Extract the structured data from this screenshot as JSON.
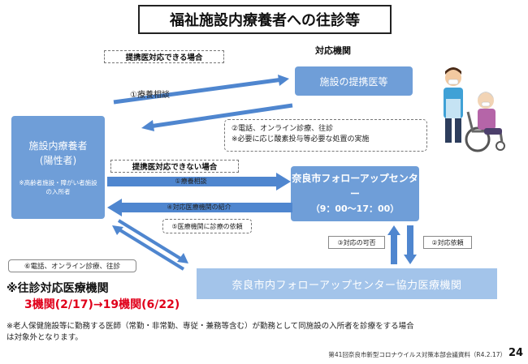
{
  "title": "福祉施設内療養者への往診等",
  "partner_available_label": "提携医対応できる場合",
  "partner_unavailable_label": "提携医対応できない場合",
  "responder_heading": "対応機関",
  "patient_box": {
    "title": "施設内療養者",
    "subtitle": "(陽性者)",
    "note": "※高齢者施設・障がい者施設の入所者"
  },
  "partner_doctor_box": "施設の提携医等",
  "consult_label": "①療養相談",
  "phone_note_lines": [
    "②電話、オンライン診療、往診",
    "※必要に応じ酸素投与等必要な処置の実施"
  ],
  "followup_center": {
    "name": "奈良市フォローアップセンター",
    "hours": "（9：00〜17：00）"
  },
  "arrow_labels": {
    "consult": "①療養相談",
    "introduce": "④対応医療機関の紹介",
    "request": "⑤医療機関に診療の依頼",
    "feasibility": "③対応の可否",
    "response_request": "②対応依頼",
    "phone_online": "⑥電話、オンライン診療、往診"
  },
  "cooperating_box": "奈良市内フォローアップセンター協力医療機関",
  "count_heading": "※往診対応医療機関",
  "count_detail": "3機関(2/17)→19機関(6/22)",
  "footnote_lines": [
    "※老人保健施設等に勤務する医師（常勤・非常勤、専従・兼務等含む）が勤務として同施設の入所者を診療をする場合",
    "は対象外となります。"
  ],
  "source": "第41回奈良市新型コロナウイルス対策本部会議資料（R4.2.17）",
  "page_number": "24",
  "colors": {
    "box_blue": "#6f9ed8",
    "light_blue": "#a3c4ea",
    "arrow_blue": "#4f86cf",
    "accent_red": "#e0001b"
  }
}
